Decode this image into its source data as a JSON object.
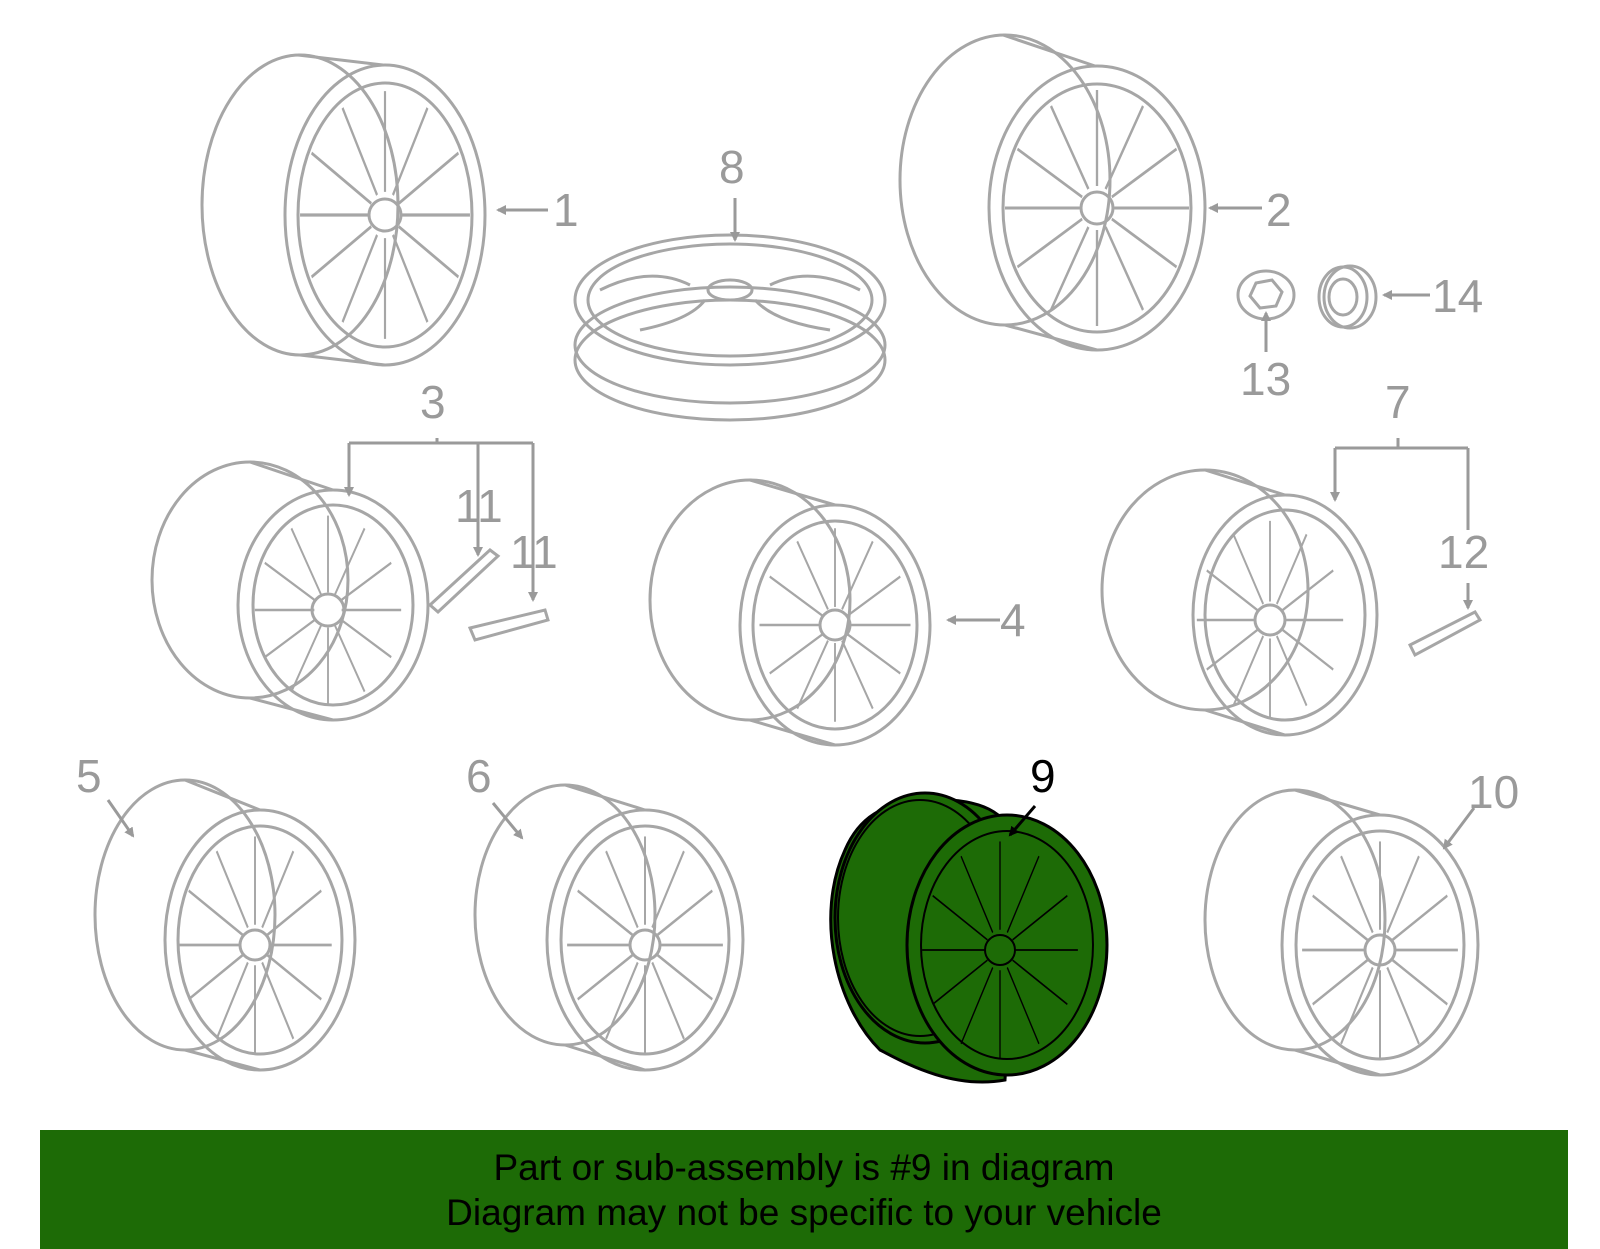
{
  "callouts": {
    "c1": "1",
    "c2": "2",
    "c3": "3",
    "c4": "4",
    "c5": "5",
    "c6": "6",
    "c7": "7",
    "c8": "8",
    "c9": "9",
    "c10": "10",
    "c11a": "11",
    "c11b": "11",
    "c12": "12",
    "c13": "13",
    "c14": "14"
  },
  "highlighted_part": "9",
  "colors": {
    "highlight_fill": "#1d6b06",
    "line_gray": "#a6a6a6",
    "banner_bg": "#1d6b06"
  },
  "banner": {
    "line1": "Part or sub-assembly is #9 in diagram",
    "line2": "Diagram may not be specific to your vehicle"
  }
}
